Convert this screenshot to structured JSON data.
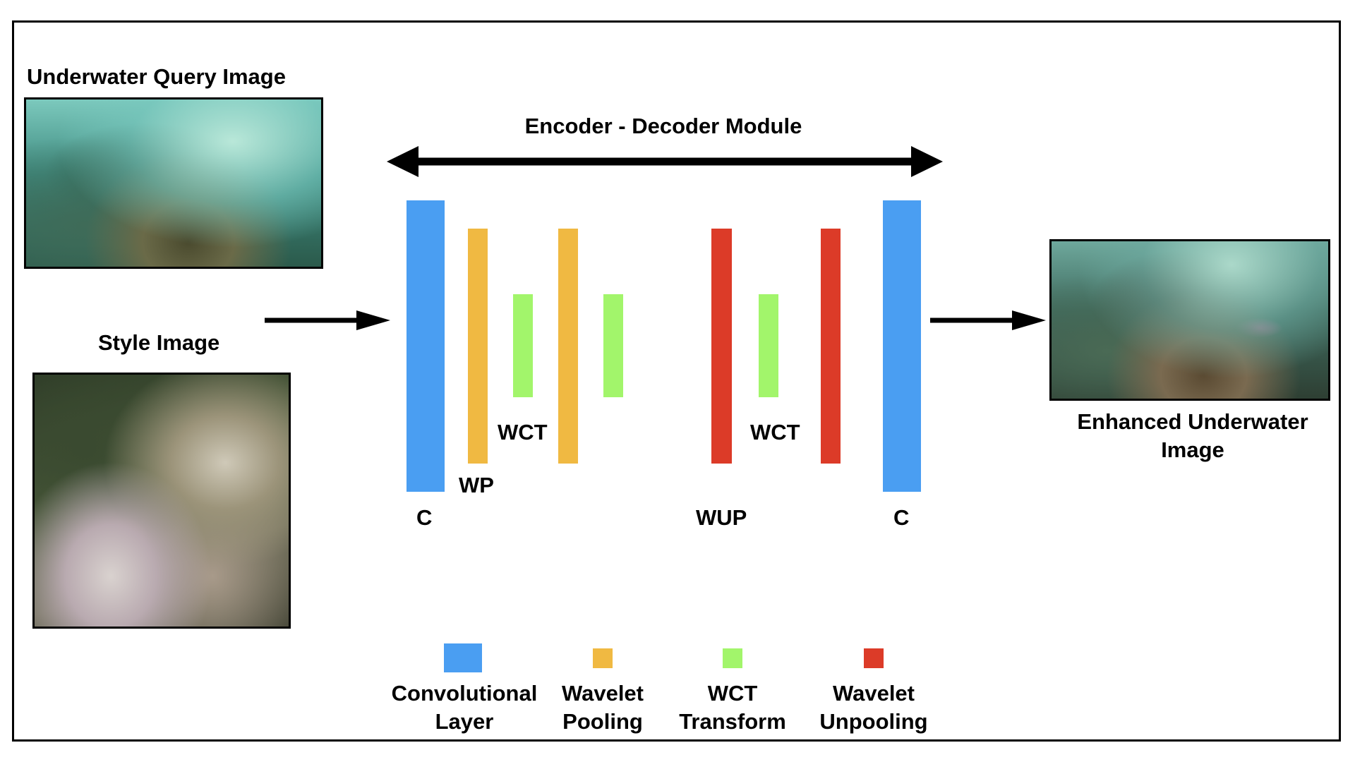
{
  "colors": {
    "conv": "#4a9ef2",
    "pool": "#f0b942",
    "wct": "#a2f56b",
    "unpool": "#dc3b28"
  },
  "labels": {
    "query_image_title": "Underwater Query Image",
    "style_image_title": "Style Image",
    "module_title": "Encoder - Decoder Module",
    "enhanced_title_line1": "Enhanced Underwater",
    "enhanced_title_line2": "Image",
    "c_left": "C",
    "wp": "WP",
    "wct_left": "WCT",
    "wup": "WUP",
    "wct_right": "WCT",
    "c_right": "C"
  },
  "legend": [
    {
      "line1": "Convolutional",
      "line2": "Layer",
      "color_key": "conv"
    },
    {
      "line1": "Wavelet",
      "line2": "Pooling",
      "color_key": "pool"
    },
    {
      "line1": "WCT",
      "line2": "Transform",
      "color_key": "wct"
    },
    {
      "line1": "Wavelet",
      "line2": "Unpooling",
      "color_key": "unpool"
    }
  ]
}
